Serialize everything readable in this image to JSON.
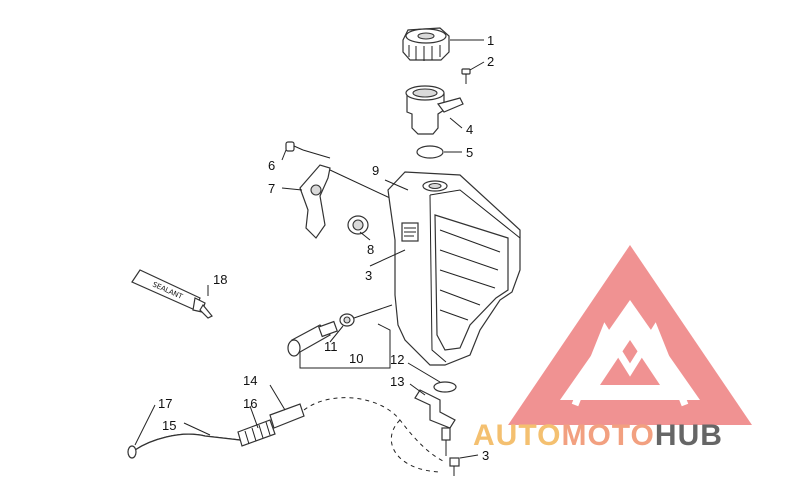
{
  "callouts": [
    {
      "id": "1",
      "label": "1"
    },
    {
      "id": "2",
      "label": "2"
    },
    {
      "id": "4",
      "label": "4"
    },
    {
      "id": "5",
      "label": "5"
    },
    {
      "id": "6",
      "label": "6"
    },
    {
      "id": "9",
      "label": "9"
    },
    {
      "id": "7",
      "label": "7"
    },
    {
      "id": "8",
      "label": "8"
    },
    {
      "id": "3a",
      "label": "3"
    },
    {
      "id": "18",
      "label": "18"
    },
    {
      "id": "11",
      "label": "11"
    },
    {
      "id": "10",
      "label": "10"
    },
    {
      "id": "12",
      "label": "12"
    },
    {
      "id": "13",
      "label": "13"
    },
    {
      "id": "14",
      "label": "14"
    },
    {
      "id": "17",
      "label": "17"
    },
    {
      "id": "16",
      "label": "16"
    },
    {
      "id": "15",
      "label": "15"
    },
    {
      "id": "3b",
      "label": "3"
    }
  ],
  "sealant_text": "SEALANT",
  "watermark": {
    "part1": "AUTO",
    "part2": "MOTO",
    "part3": "HUB",
    "color_triangle": "#ee8080",
    "color_auto": "#f4c070",
    "color_moto": "#f2a080",
    "color_hub": "#666666"
  }
}
